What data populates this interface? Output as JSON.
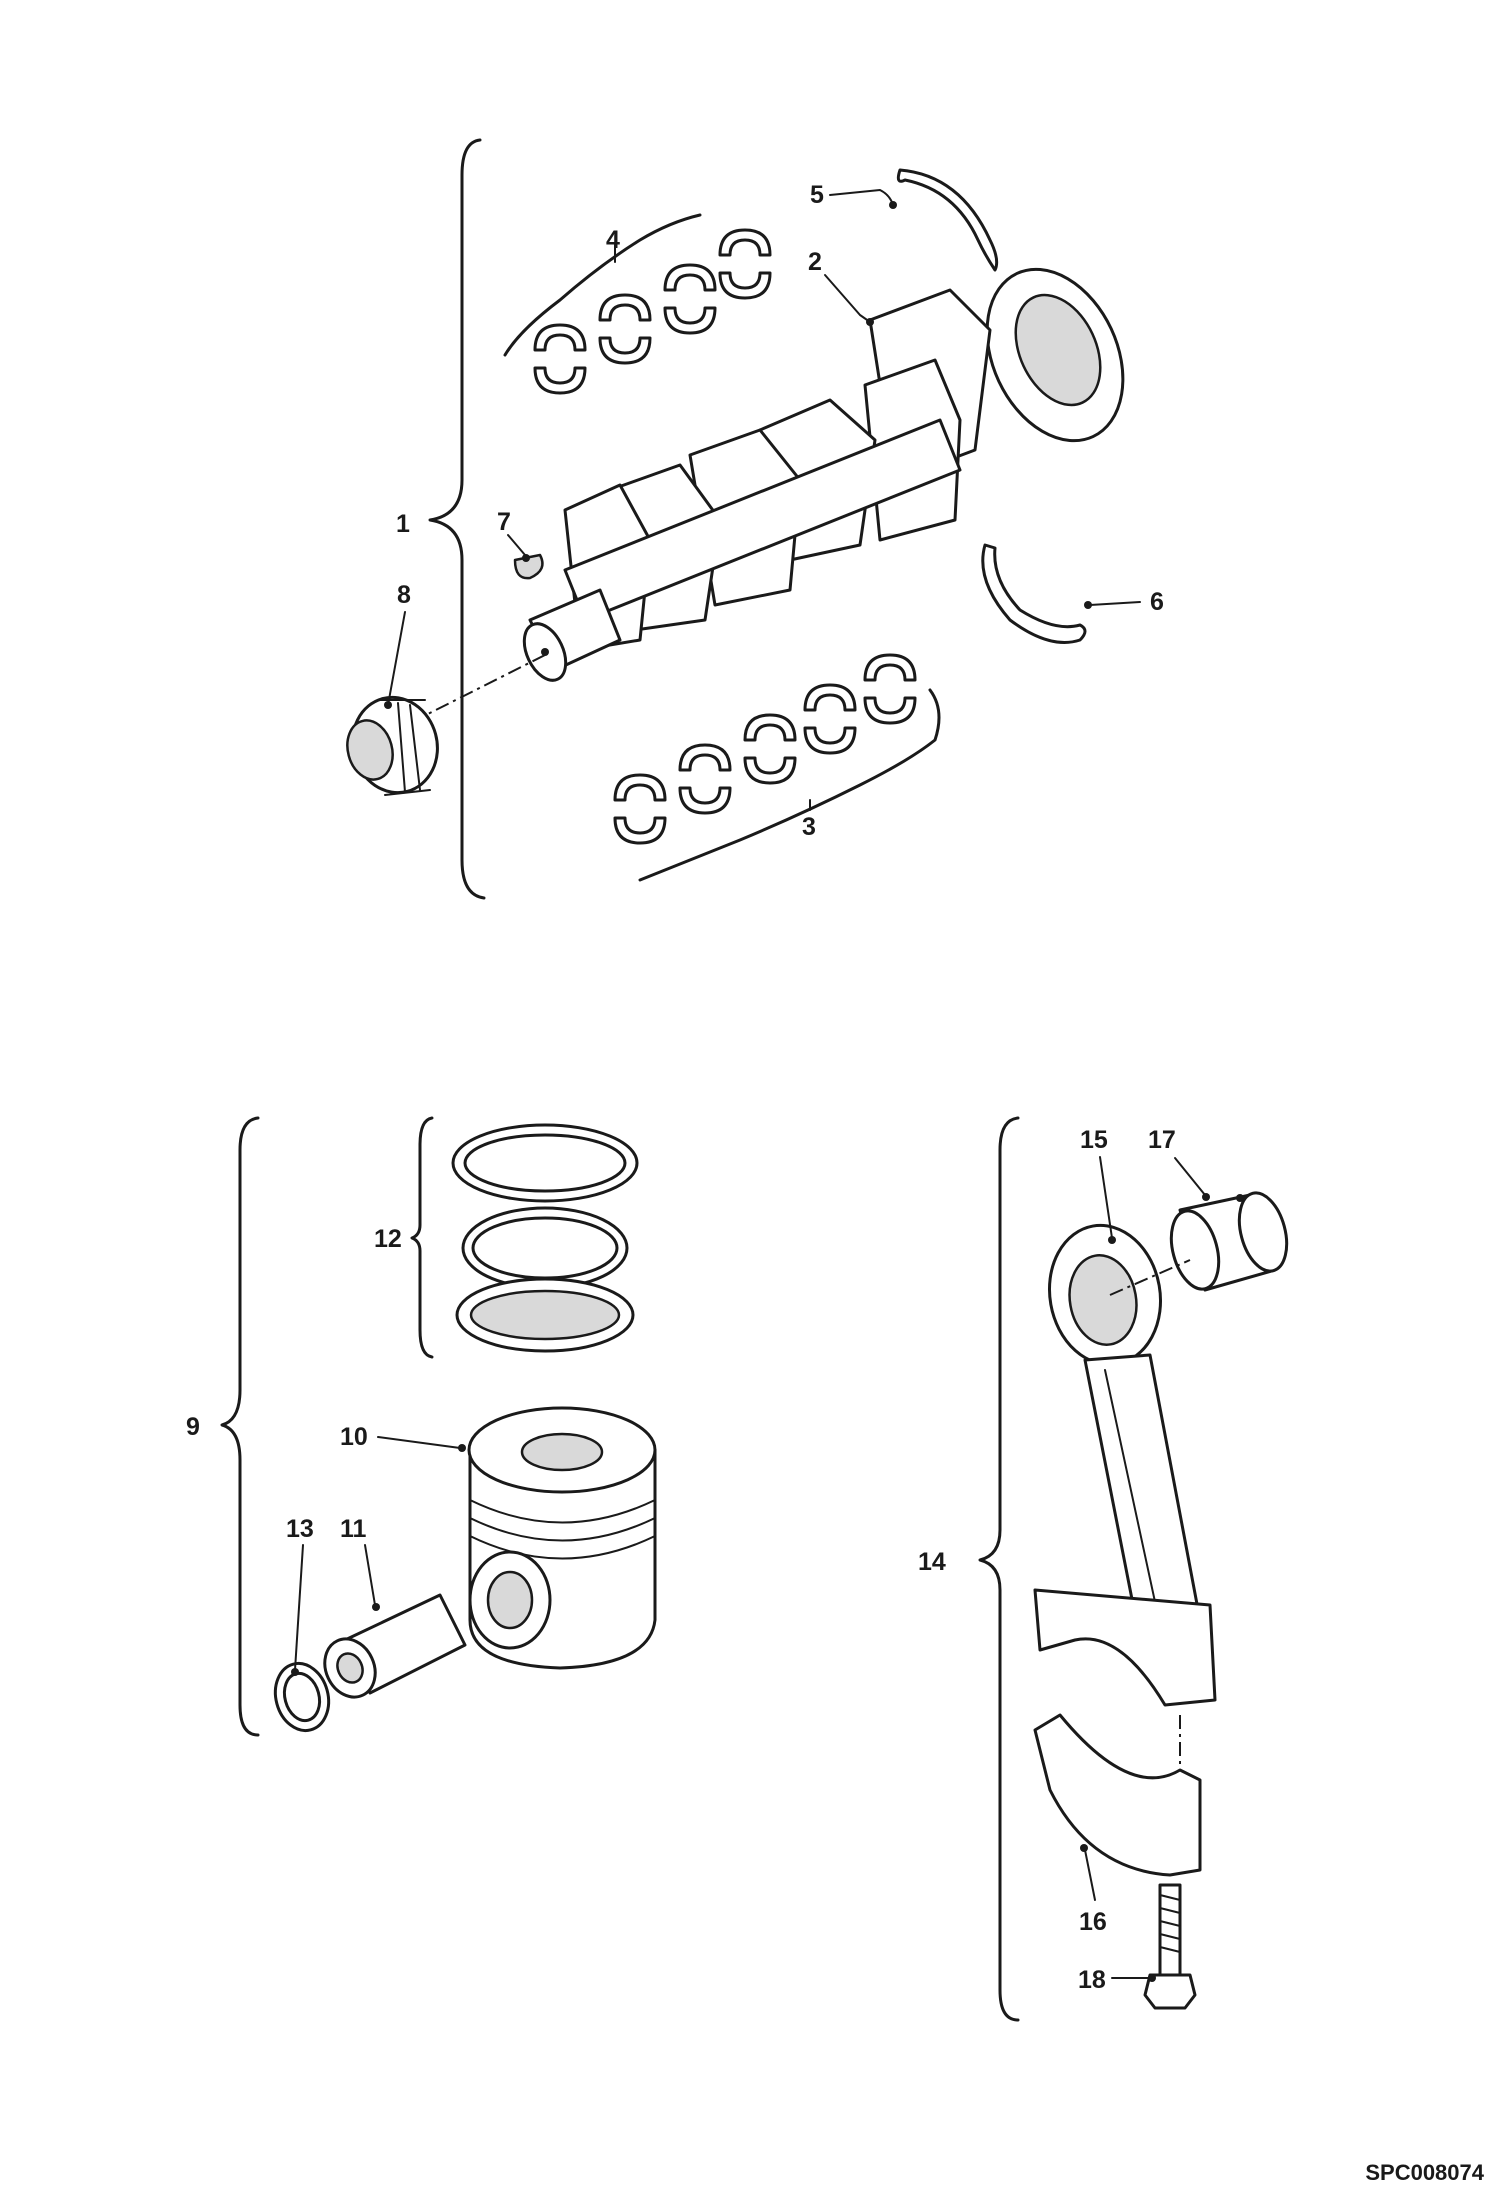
{
  "drawing": {
    "code": "SPC008074"
  },
  "callouts": [
    {
      "id": "c1",
      "label": "1"
    },
    {
      "id": "c2",
      "label": "2"
    },
    {
      "id": "c3",
      "label": "3"
    },
    {
      "id": "c4",
      "label": "4"
    },
    {
      "id": "c5",
      "label": "5"
    },
    {
      "id": "c6",
      "label": "6"
    },
    {
      "id": "c7",
      "label": "7"
    },
    {
      "id": "c8",
      "label": "8"
    },
    {
      "id": "c9",
      "label": "9"
    },
    {
      "id": "c10",
      "label": "10"
    },
    {
      "id": "c11",
      "label": "11"
    },
    {
      "id": "c12",
      "label": "12"
    },
    {
      "id": "c13",
      "label": "13"
    },
    {
      "id": "c14",
      "label": "14"
    },
    {
      "id": "c15",
      "label": "15"
    },
    {
      "id": "c16",
      "label": "16"
    },
    {
      "id": "c17",
      "label": "17"
    },
    {
      "id": "c18",
      "label": "18"
    }
  ]
}
